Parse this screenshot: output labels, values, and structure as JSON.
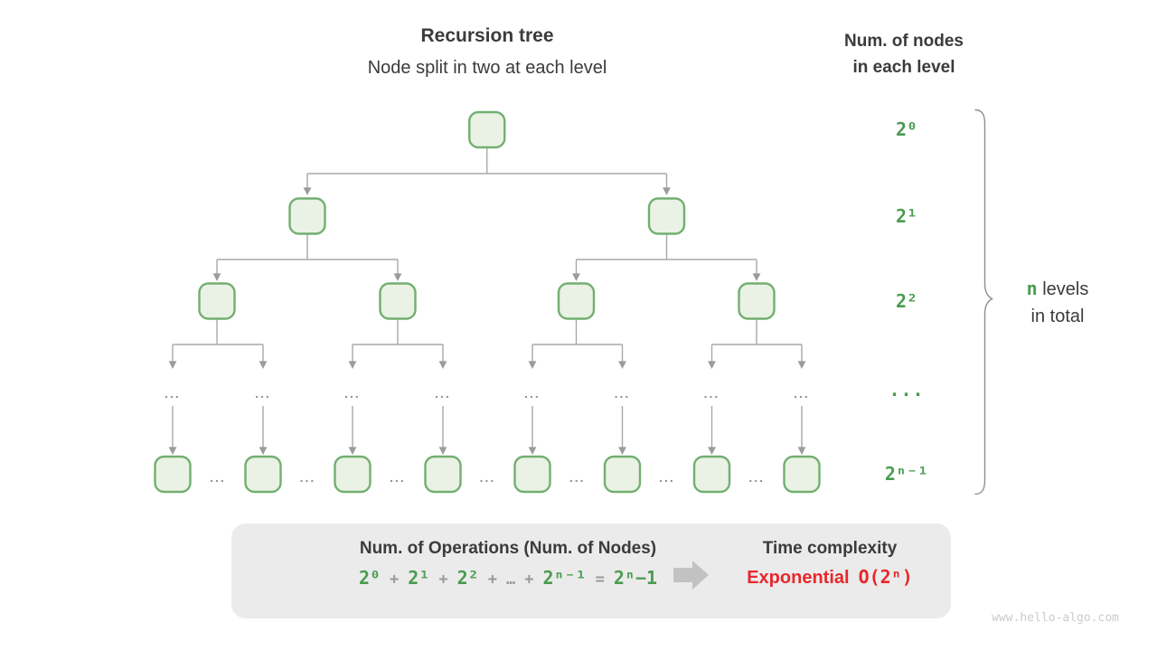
{
  "header": {
    "title": "Recursion tree",
    "subtitle": "Node split in two at each level"
  },
  "right_panel": {
    "heading_line1": "Num. of nodes",
    "heading_line2": "in each level",
    "level_labels": [
      "2⁰",
      "2¹",
      "2²",
      "...",
      "2ⁿ⁻¹"
    ],
    "brace_n": "n",
    "brace_label_line1": "levels",
    "brace_label_line2": "in total"
  },
  "tree": {
    "ellipsis": "..."
  },
  "summary_box": {
    "operations_title": "Num. of Operations (Num. of Nodes)",
    "formula_tokens": [
      {
        "text": "2⁰",
        "color": "green"
      },
      {
        "text": "+",
        "color": "gray"
      },
      {
        "text": "2¹",
        "color": "green"
      },
      {
        "text": "+",
        "color": "gray"
      },
      {
        "text": "2²",
        "color": "green"
      },
      {
        "text": "+",
        "color": "gray"
      },
      {
        "text": "…",
        "color": "gray"
      },
      {
        "text": "+",
        "color": "gray"
      },
      {
        "text": "2ⁿ⁻¹",
        "color": "green"
      },
      {
        "text": "=",
        "color": "gray"
      },
      {
        "text": "2ⁿ−1",
        "color": "green"
      }
    ],
    "time_title": "Time complexity",
    "complexity_name": "Exponential",
    "complexity_notation": "O(2ⁿ)"
  },
  "watermark": "www.hello-algo.com",
  "colors": {
    "green_text": "#4a9c50",
    "node_fill": "#e9f2e4",
    "node_border": "#72af70",
    "connector": "#a9a9a9",
    "arrowhead": "#9b9b9b",
    "tree_dots": "#909090",
    "dark_text": "#3b3b3b",
    "red_text": "#e8282c",
    "box_bg": "#ebebeb",
    "block_arrow": "#c2c2c2",
    "brace": "#8f8f8f",
    "watermark_gray": "#cbcbcb"
  }
}
